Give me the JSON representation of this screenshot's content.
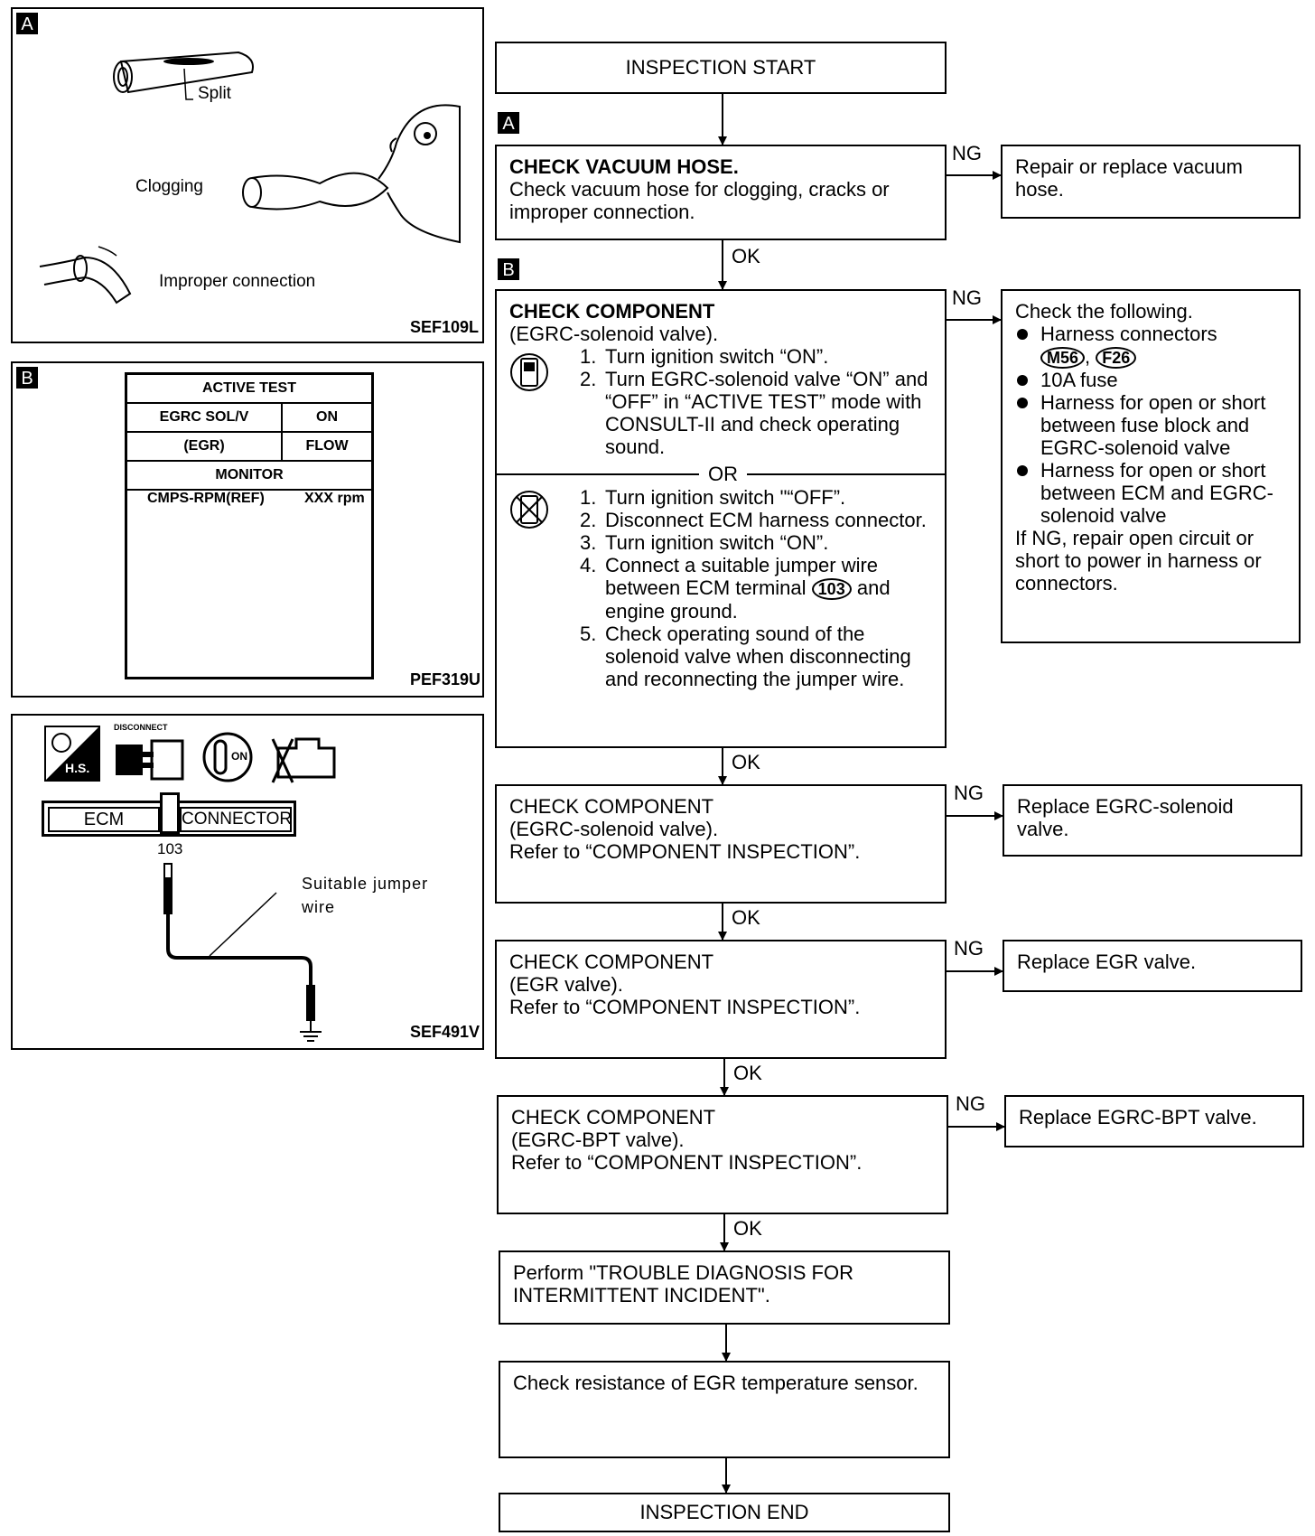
{
  "panels": {
    "a": {
      "tag": "A",
      "labels": {
        "split": "Split",
        "clogging": "Clogging",
        "improper": "Improper connection"
      },
      "code": "SEF109L"
    },
    "b": {
      "tag": "B",
      "header": "ACTIVE TEST",
      "row1_label": "EGRC SOL/V",
      "row1_value": "ON",
      "row2_label": "(EGR)",
      "row2_value": "FLOW",
      "monitor": "MONITOR",
      "monitor_item": "CMPS-RPM(REF)",
      "monitor_value": "XXX rpm",
      "code": "PEF319U"
    },
    "c": {
      "disconnect_label": "DISCONNECT",
      "hs_label": "H.S.",
      "on_label": "ON",
      "ecm": "ECM",
      "connector": "CONNECTOR",
      "terminal": "103",
      "jumper_label_1": "Suitable jumper",
      "jumper_label_2": "wire",
      "code": "SEF491V"
    }
  },
  "flow": {
    "start": "INSPECTION START",
    "tag_a": "A",
    "tag_b": "B",
    "ng": "NG",
    "ok": "OK",
    "or": "OR",
    "step1": {
      "title": "CHECK VACUUM HOSE.",
      "body": "Check vacuum hose for clogging, cracks or improper connection.",
      "ng_action": "Repair or replace vacuum hose."
    },
    "step2": {
      "title": "CHECK COMPONENT",
      "subtitle": "(EGRC-solenoid valve).",
      "method1": [
        {
          "n": "1.",
          "t": "Turn ignition switch “ON”."
        },
        {
          "n": "2.",
          "t": "Turn EGRC-solenoid valve “ON” and “OFF” in “ACTIVE TEST” mode with CONSULT-II and check operating sound."
        }
      ],
      "method2": [
        {
          "n": "1.",
          "t": "Turn ignition switch \"“OFF”."
        },
        {
          "n": "2.",
          "t": "Disconnect ECM harness connector."
        },
        {
          "n": "3.",
          "t": "Turn ignition switch “ON”."
        },
        {
          "n": "4.",
          "t": "Connect a suitable jumper wire between ECM terminal"
        },
        {
          "n": "5.",
          "t": "Check operating sound of the solenoid valve when disconnecting and reconnecting the jumper wire."
        }
      ],
      "terminal": "103",
      "terminal_after": "and engine ground.",
      "ng_head": "Check the following.",
      "ng_items": [
        "Harness connectors",
        "10A fuse",
        "Harness for open or short between fuse block and EGRC-solenoid valve",
        "Harness for open or short between ECM and EGRC-solenoid valve"
      ],
      "connector1": "M56",
      "connector2": "F26",
      "ng_tail": "If NG, repair open circuit or short to power in harness or connectors."
    },
    "step3": {
      "title": "CHECK COMPONENT",
      "body1": "(EGRC-solenoid valve).",
      "body2": "Refer to “COMPONENT INSPECTION”.",
      "ng_action": "Replace EGRC-solenoid valve."
    },
    "step4": {
      "title": "CHECK COMPONENT",
      "body1": "(EGR valve).",
      "body2": "Refer to “COMPONENT INSPECTION”.",
      "ng_action": "Replace EGR valve."
    },
    "step5": {
      "title": "CHECK COMPONENT",
      "body1": "(EGRC-BPT valve).",
      "body2": "Refer to “COMPONENT INSPECTION”.",
      "ng_action": "Replace EGRC-BPT valve."
    },
    "step6": {
      "body": "Perform \"TROUBLE DIAGNOSIS FOR INTERMITTENT INCIDENT\"."
    },
    "step7": {
      "body": "Check resistance of EGR temperature sensor."
    },
    "end": "INSPECTION END"
  }
}
